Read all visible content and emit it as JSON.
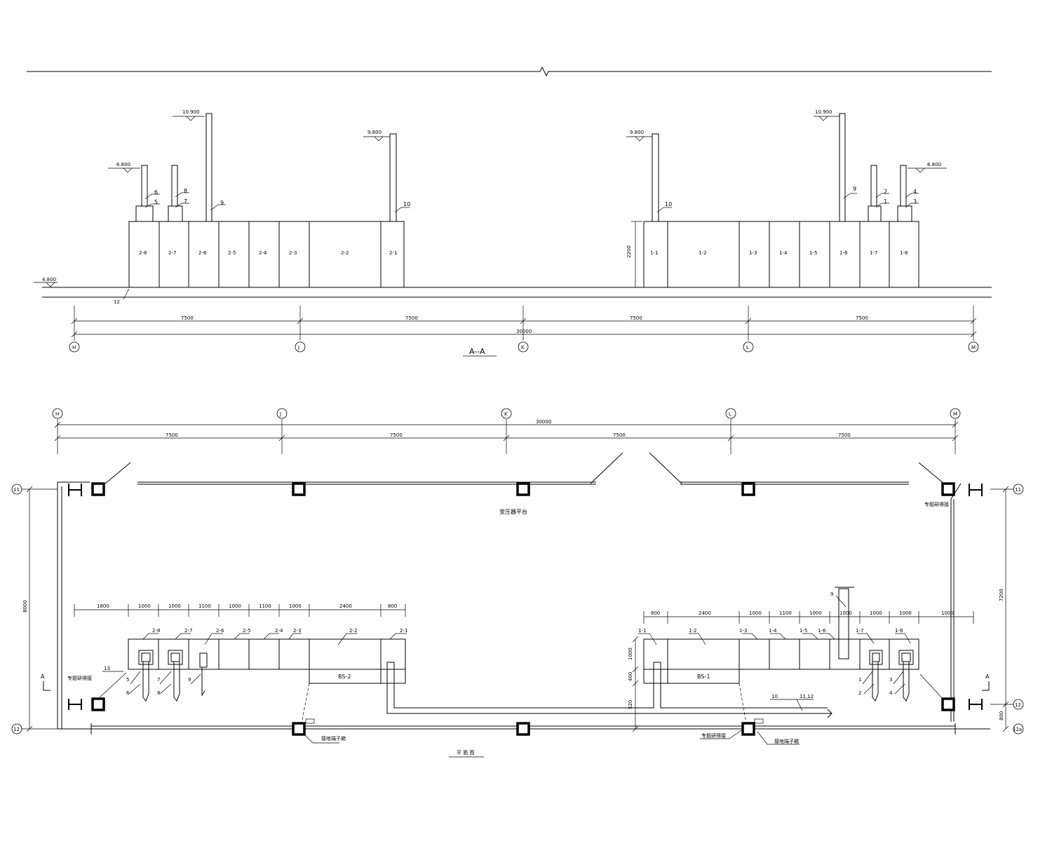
{
  "section": {
    "title": "A--A",
    "ground_level": "4.800",
    "ground_number": "12",
    "height_dim": "2200",
    "grid_labels": [
      "H",
      "J",
      "K",
      "L",
      "M"
    ],
    "bay_dims": [
      "7500",
      "7500",
      "7500",
      "7500"
    ],
    "total_dim": "30000",
    "left_cabinets": [
      "2-8",
      "2-7",
      "2-6",
      "2-5",
      "2-4",
      "2-3",
      "2-2",
      "2-1"
    ],
    "right_cabinets": [
      "1-1",
      "1-2",
      "1-3",
      "1-4",
      "1-5",
      "1-6",
      "1-7",
      "1-8"
    ],
    "left_levels": [
      "6.800",
      "10.900",
      "9.800"
    ],
    "right_levels": [
      "9.800",
      "10.900",
      "6.800"
    ],
    "left_pipe_tags": [
      "6",
      "5",
      "8",
      "7",
      "9",
      "10"
    ],
    "right_pipe_tags": [
      "10",
      "9",
      "2",
      "1",
      "4",
      "3"
    ]
  },
  "plan": {
    "title": "平 面 图",
    "platform_label": "变压器平台",
    "grid_labels": [
      "H",
      "J",
      "K",
      "L",
      "M"
    ],
    "bay_dims": [
      "7500",
      "7500",
      "7500",
      "7500"
    ],
    "total_dim": "30000",
    "row_labels": [
      "11",
      "12",
      "12a"
    ],
    "left_dim": "8000",
    "right_dim": "7200",
    "right_dim_small": "800",
    "left_sub_dims": [
      "1800",
      "1000",
      "1000",
      "1100",
      "1000",
      "1100",
      "1000",
      "2400",
      "800"
    ],
    "right_sub_dims": [
      "800",
      "2400",
      "1000",
      "1100",
      "1000",
      "1000",
      "1000",
      "1000",
      "1000"
    ],
    "left_cabinets": [
      "2-8",
      "2-7",
      "2-6",
      "2-5",
      "2-4",
      "2-3",
      "2-2",
      "2-1"
    ],
    "right_cabinets": [
      "1-1",
      "1-2",
      "1-3",
      "1-4",
      "1-5",
      "1-6",
      "1-7",
      "1-8"
    ],
    "left_dims_v": [
      "1000",
      "400"
    ],
    "gap_dim": "520",
    "left_pipe_tags": [
      "5",
      "6",
      "7",
      "8",
      "9"
    ],
    "right_pipe_tags": [
      "1",
      "2",
      "3",
      "4"
    ],
    "tag_9": "9",
    "tag_10": "10",
    "tag_1112": "11,12",
    "tag_13": "13",
    "bs_left": "BS-2",
    "bs_right": "BS-1",
    "section_mark": "A",
    "note_left_1": "专题研得接",
    "note_bottom_1": "接地端子箱",
    "note_bottom_2": "专题研得接",
    "note_bottom_3": "接地端子箱",
    "note_right_1": "专题研得接"
  }
}
